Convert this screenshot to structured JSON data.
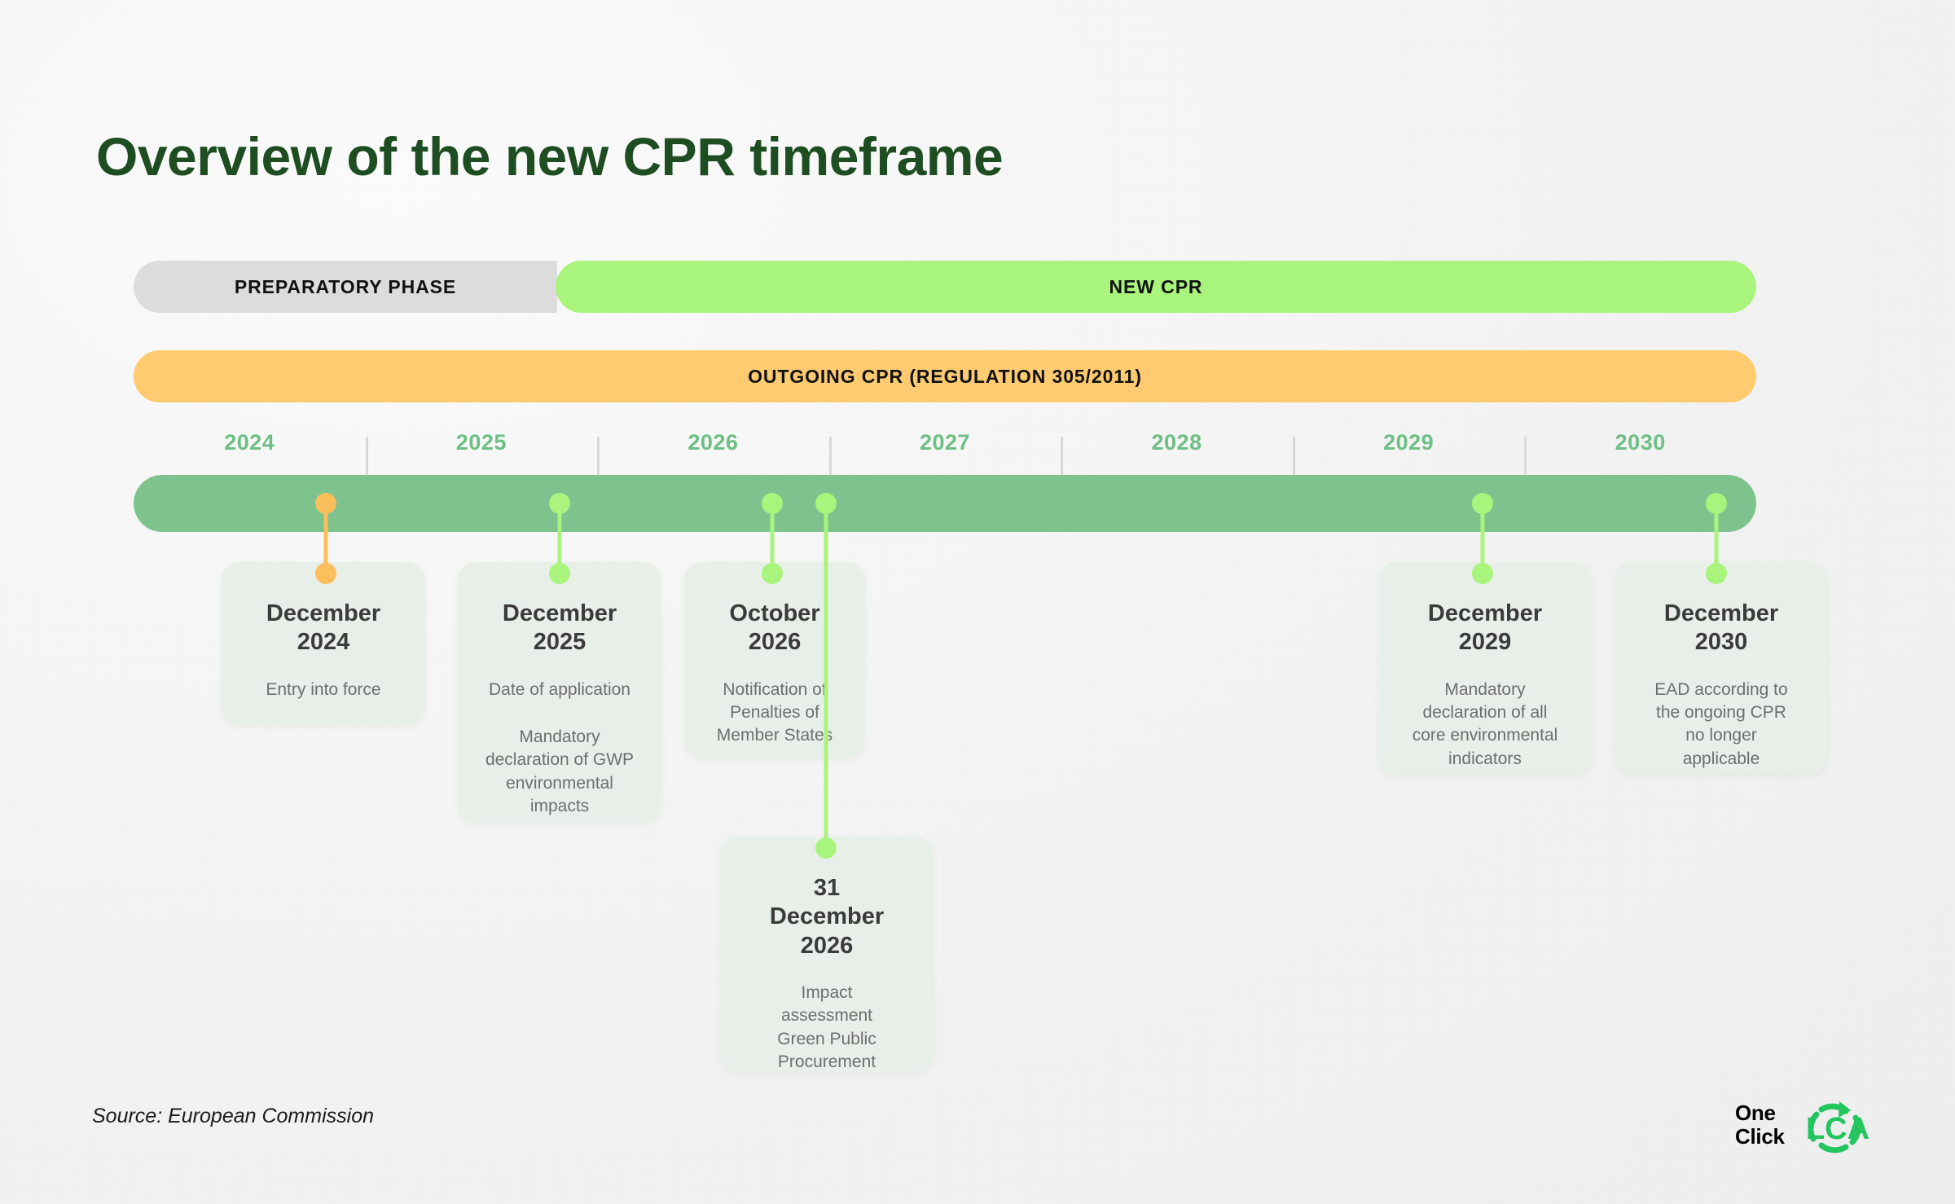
{
  "page": {
    "title": "Overview of the new CPR timeframe",
    "source": "Source: European Commission"
  },
  "colors": {
    "title_green": "#1d4d21",
    "bright_green": "#a9f47d",
    "timeline_green": "#7ec28e",
    "year_green": "#6dbf84",
    "orange": "#ffcb70",
    "grey": "#dcdcdc",
    "card_bg": "#e8efe8",
    "logo_green": "#22c55e"
  },
  "phases": [
    {
      "label": "PREPARATORY PHASE",
      "color": "#dcdcdc"
    },
    {
      "label": "NEW CPR",
      "color": "#a9f47d"
    },
    {
      "label": "OUTGOING CPR (REGULATION 305/2011)",
      "color": "#ffcb70"
    }
  ],
  "axis": {
    "years": [
      "2024",
      "2025",
      "2026",
      "2027",
      "2028",
      "2029",
      "2030"
    ]
  },
  "milestones": [
    {
      "date": "December\n2024",
      "desc": "Entry into force",
      "desc2": "",
      "marker_color": "#fbbf5c"
    },
    {
      "date": "December\n2025",
      "desc": "Date of application",
      "desc2": "Mandatory\ndeclaration of GWP\nenvironmental\nimpacts",
      "marker_color": "#a9f47d"
    },
    {
      "date": "October\n2026",
      "desc": "Notification of\nPenalties of\nMember States",
      "desc2": "",
      "marker_color": "#a9f47d"
    },
    {
      "date": "31\nDecember\n2026",
      "desc": "Impact\nassessment\nGreen Public\nProcurement",
      "desc2": "",
      "marker_color": "#a9f47d"
    },
    {
      "date": "December\n2029",
      "desc": "Mandatory\ndeclaration of all\ncore environmental\nindicators",
      "desc2": "",
      "marker_color": "#a9f47d"
    },
    {
      "date": "December\n2030",
      "desc": "EAD according to\nthe ongoing CPR\nno longer\napplicable",
      "desc2": "",
      "marker_color": "#a9f47d"
    }
  ],
  "logo": {
    "line1": "One",
    "line2": "Click",
    "mark": "LCA"
  }
}
